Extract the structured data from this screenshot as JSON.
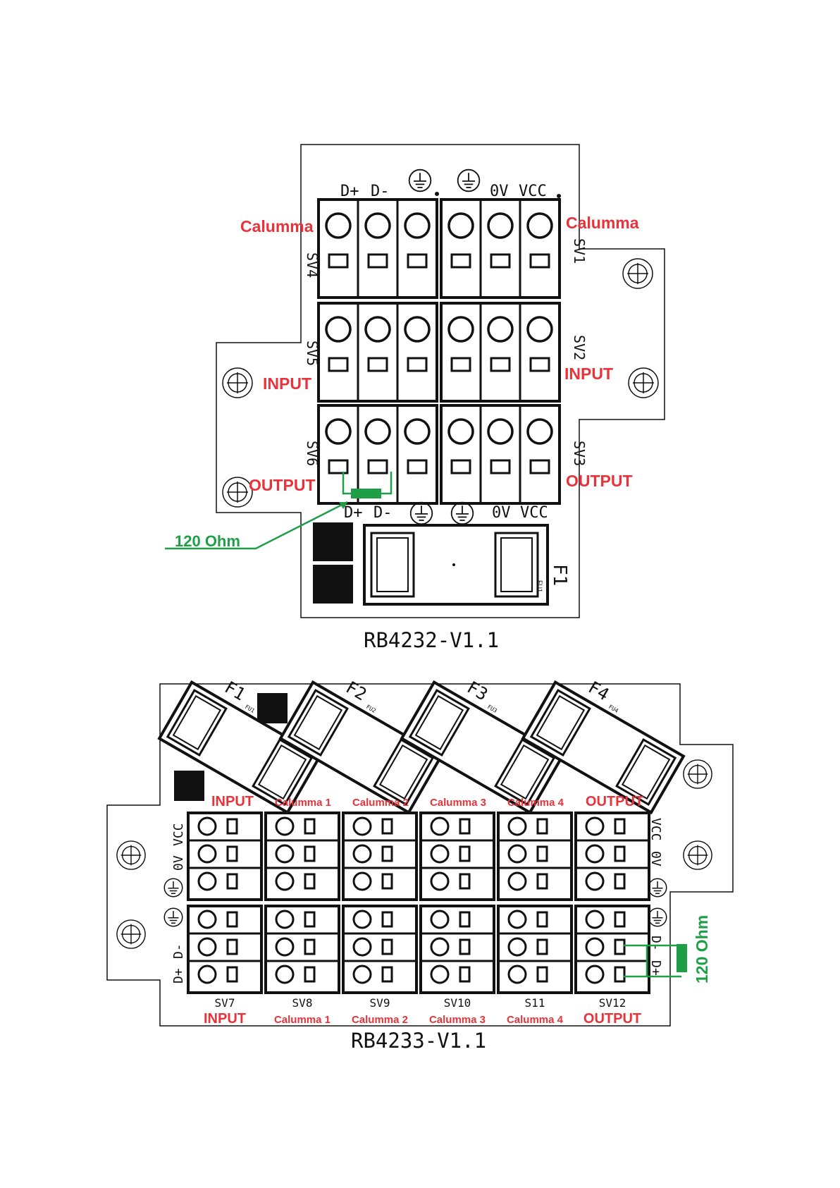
{
  "colors": {
    "ink": "#111111",
    "annotation_red": "#e8333a",
    "annotation_green": "#1f9e48",
    "board_fill": "#ffffff"
  },
  "top_board": {
    "name": "RB4232-V1.1",
    "pin_labels_top_left": [
      "D+",
      "D-"
    ],
    "pin_labels_top_right": [
      "0V",
      "VCC"
    ],
    "pin_labels_bottom_left": [
      "D+",
      "D-"
    ],
    "pin_labels_bottom_right": [
      "0V",
      "VCC"
    ],
    "connectors": {
      "sv1": "SV1",
      "sv2": "SV2",
      "sv3": "SV3",
      "sv4": "SV4",
      "sv5": "SV5",
      "sv6": "SV6"
    },
    "fuse": {
      "label": "F1",
      "sub": "FU1"
    },
    "annotations": {
      "left_top": "Calumma",
      "right_top": "Calumma",
      "left_mid": "INPUT",
      "right_mid": "INPUT",
      "left_bot": "OUTPUT",
      "right_bot": "OUTPUT",
      "resistor": "120 Ohm"
    }
  },
  "bottom_board": {
    "name": "RB4233-V1.1",
    "fuses": [
      {
        "label": "F1",
        "sub": "FU1"
      },
      {
        "label": "F2",
        "sub": "FU2"
      },
      {
        "label": "F3",
        "sub": "FU3"
      },
      {
        "label": "F4",
        "sub": "FU4"
      }
    ],
    "top_annotations": [
      "INPUT",
      "Calumma 1",
      "Calumma 2",
      "Calumma 3",
      "Calumma 4",
      "OUTPUT"
    ],
    "connector_names": [
      "SV7",
      "SV8",
      "SV9",
      "SV10",
      "S11",
      "SV12"
    ],
    "bottom_annotations": [
      "INPUT",
      "Calumma 1",
      "Calumma 2",
      "Calumma 3",
      "Calumma 4",
      "OUTPUT"
    ],
    "pin_labels_left_upper": [
      "VCC",
      "0V"
    ],
    "pin_labels_left_lower": [
      "D-",
      "D+"
    ],
    "pin_labels_right_upper": [
      "VCC",
      "0V"
    ],
    "pin_labels_right_lower": [
      "D-",
      "D+"
    ],
    "resistor": "120 Ohm"
  }
}
